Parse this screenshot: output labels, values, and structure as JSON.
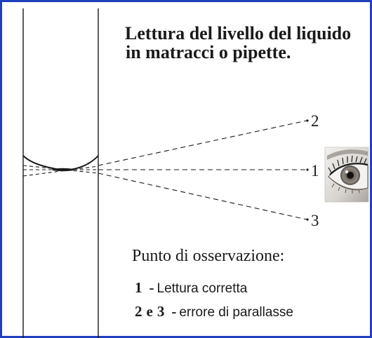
{
  "title": {
    "line1": "Lettura del livello del liquido",
    "line2": "in matracci o pipette."
  },
  "points": [
    {
      "id": "2",
      "label": "2"
    },
    {
      "id": "1",
      "label": "1"
    },
    {
      "id": "3",
      "label": "3"
    }
  ],
  "observation": {
    "heading": "Punto di osservazione:",
    "rows": [
      {
        "number": "1",
        "dash": "-",
        "description": "Lettura corretta"
      },
      {
        "number_a": "2",
        "conj": "e",
        "number_b": "3",
        "dash": "-",
        "description": "errore di parallasse"
      }
    ]
  },
  "icons": {
    "eye": "eye-icon"
  },
  "colors": {
    "frame": "#1f3fbf",
    "ink": "#1a1a1a"
  }
}
